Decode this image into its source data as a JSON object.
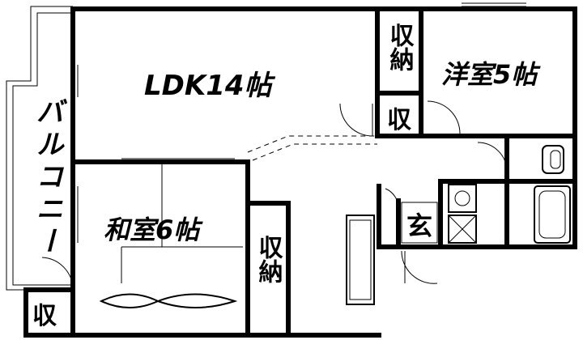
{
  "rooms": {
    "ldk": "LDK14帖",
    "western": "洋室5帖",
    "japanese": "和室6帖",
    "entrance": "玄",
    "balcony": "バルコニー"
  },
  "storage": {
    "closet_top": "収納",
    "closet_small": "収",
    "closet_japanese": "収納",
    "closet_balcony": "収"
  }
}
